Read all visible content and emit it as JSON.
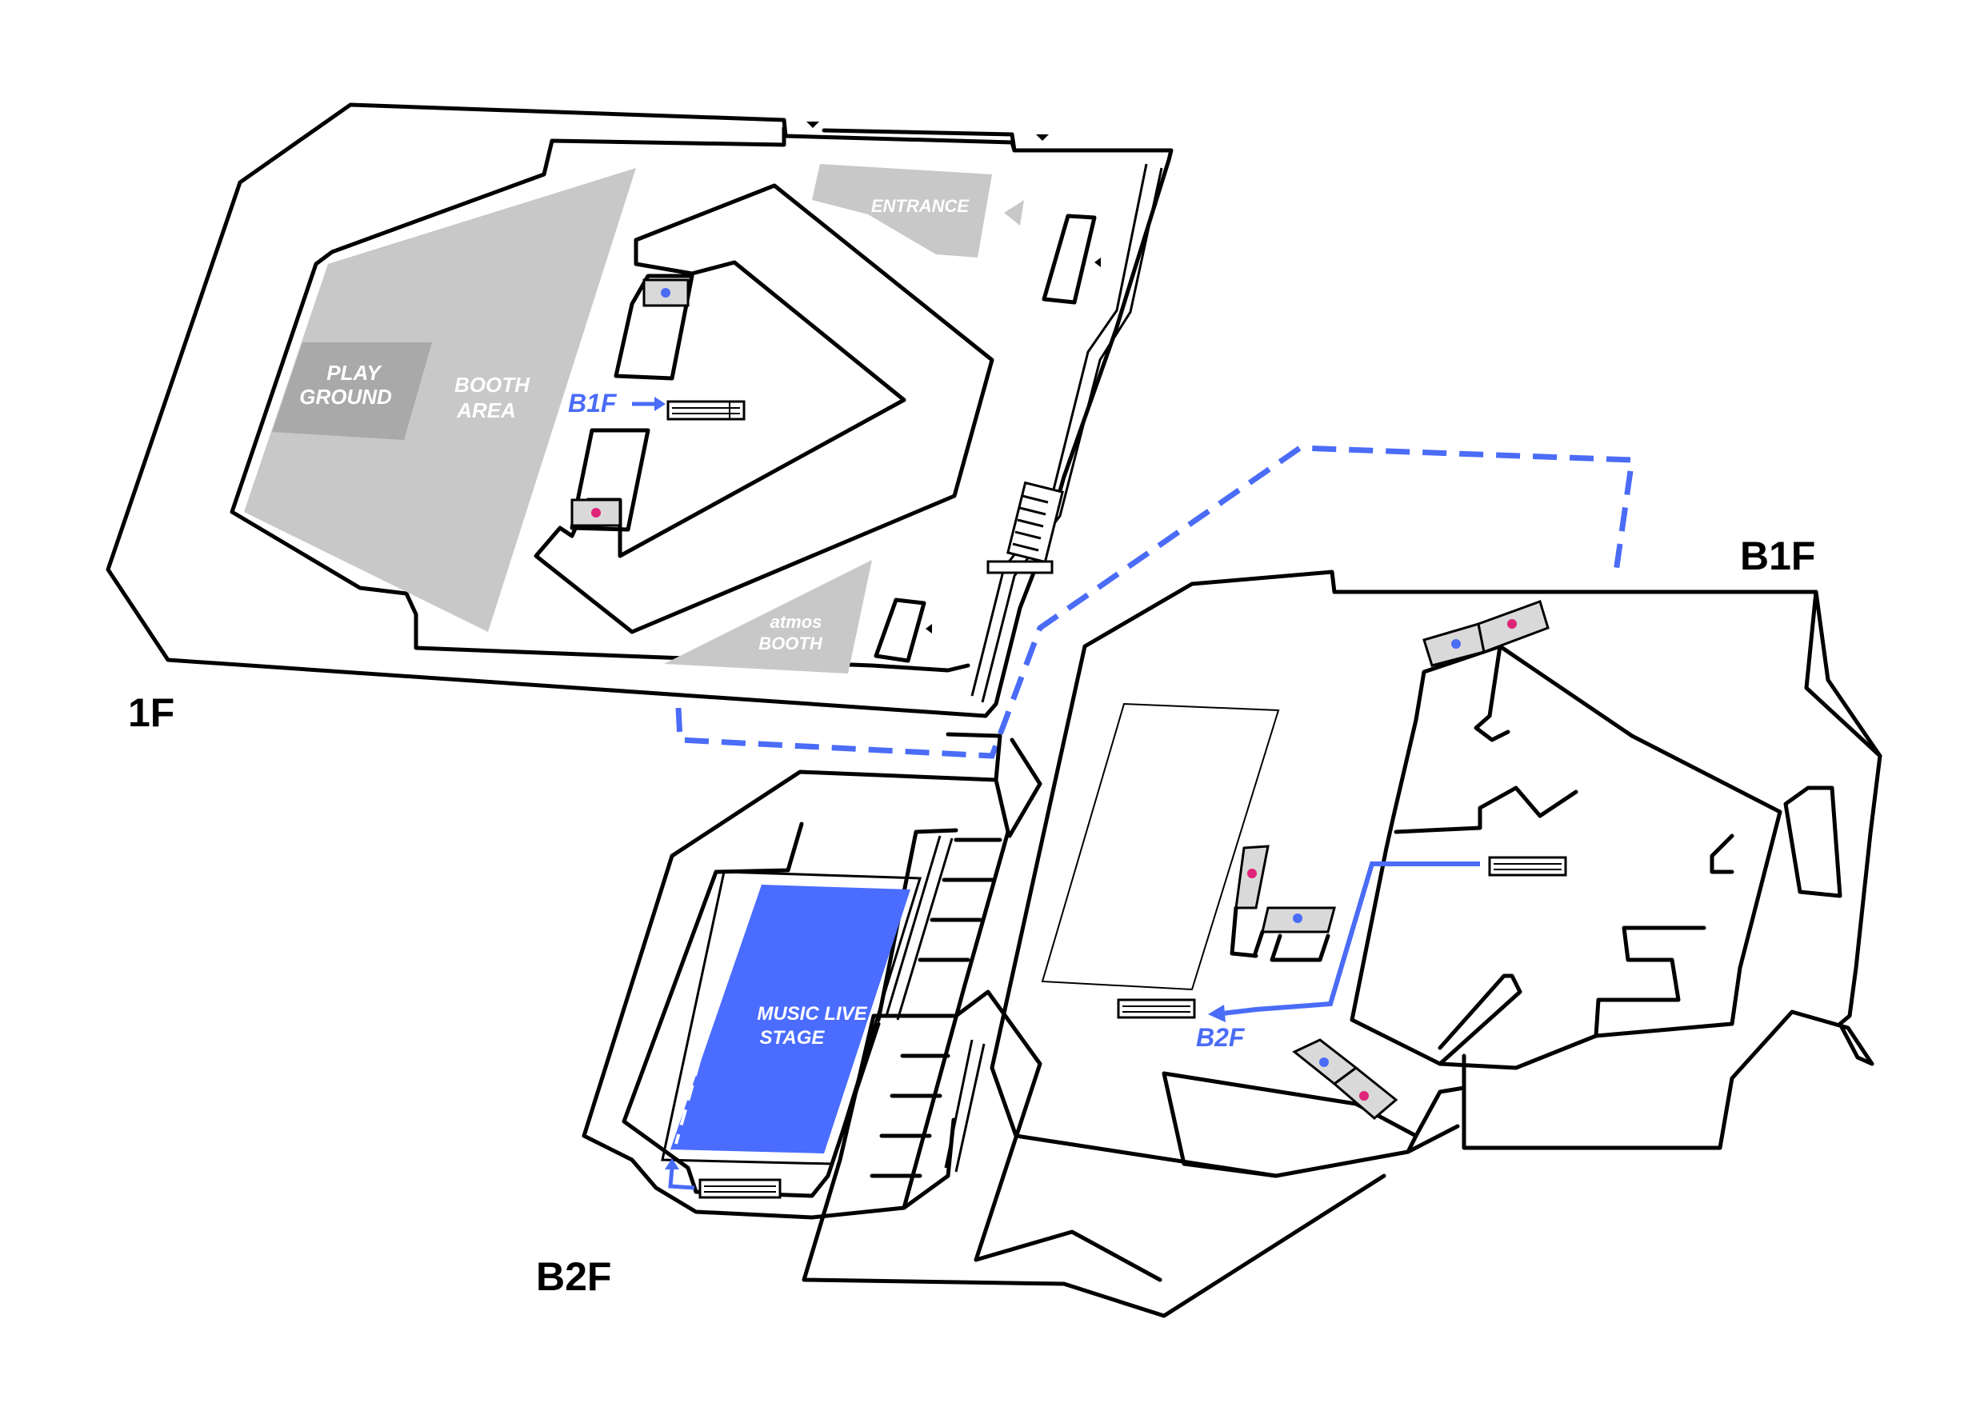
{
  "floors": {
    "f1": "1F",
    "b1f": "B1F",
    "b2f": "B2F"
  },
  "zones": {
    "play_ground": [
      "PLAY",
      "GROUND"
    ],
    "booth_area": [
      "BOOTH",
      "AREA"
    ],
    "entrance": "ENTRANCE",
    "atmos_booth": [
      "atmos",
      "BOOTH"
    ],
    "music_live_stage": [
      "MUSIC LIVE",
      "STAGE"
    ]
  },
  "route_labels": {
    "to_b1f": "B1F",
    "to_b2f": "B2F"
  },
  "icons": [
    "restroom-male-icon",
    "restroom-female-icon",
    "arrow-icon",
    "stairs-icon",
    "escalator-icon"
  ],
  "colors": {
    "route_blue": "#4a6cf7",
    "stage_blue": "#4a6cff",
    "zone_gray": "#c8c8c8",
    "zone_dark_gray": "#a9a9a9",
    "restroom_gray": "#d9d9d9",
    "female_pink": "#e0247a",
    "wall": "#000000"
  }
}
